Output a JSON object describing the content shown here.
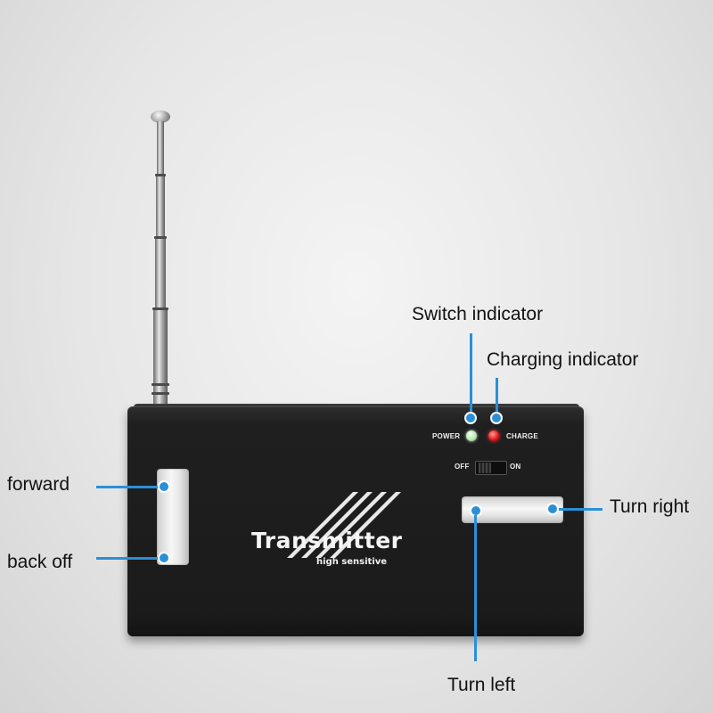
{
  "device": {
    "brand": "Transmitter",
    "brand_sub": "high sensitive",
    "power_label": "POWER",
    "charge_label": "CHARGE",
    "switch_off_label": "OFF",
    "switch_on_label": "ON"
  },
  "callouts": {
    "switch_indicator": "Switch indicator",
    "charging_indicator": "Charging indicator",
    "forward": "forward",
    "back_off": "back off",
    "turn_right": "Turn right",
    "turn_left": "Turn left"
  },
  "colors": {
    "callout_accent": "#2b8fd8",
    "power_led": "#b7e3b0",
    "charge_led": "#e01616",
    "device_body": "#1b1b1b"
  }
}
